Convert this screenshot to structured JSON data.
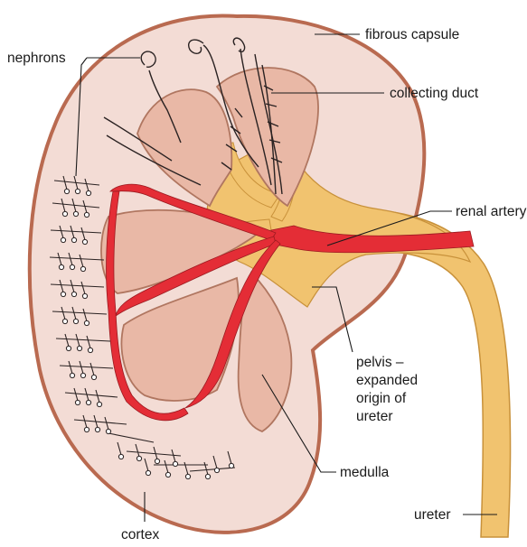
{
  "labels": {
    "fibrous_capsule": "fibrous capsule",
    "nephrons": "nephrons",
    "collecting_duct": "collecting duct",
    "renal_artery": "renal artery",
    "pelvis_line1": "pelvis –",
    "pelvis_line2": "expanded",
    "pelvis_line3": "origin of",
    "pelvis_line4": "ureter",
    "medulla": "medulla",
    "ureter": "ureter",
    "cortex": "cortex"
  },
  "colors": {
    "capsule_outline": "#b96a50",
    "cortex_fill": "#f3dcd5",
    "pyramid_fill": "#e9b8a6",
    "pyramid_outline": "#b07660",
    "pelvis_fill": "#f1c36f",
    "pelvis_outline": "#c8913a",
    "artery": "#e42d36",
    "artery_outline": "#9b1a20",
    "tubule": "#2a2222"
  }
}
